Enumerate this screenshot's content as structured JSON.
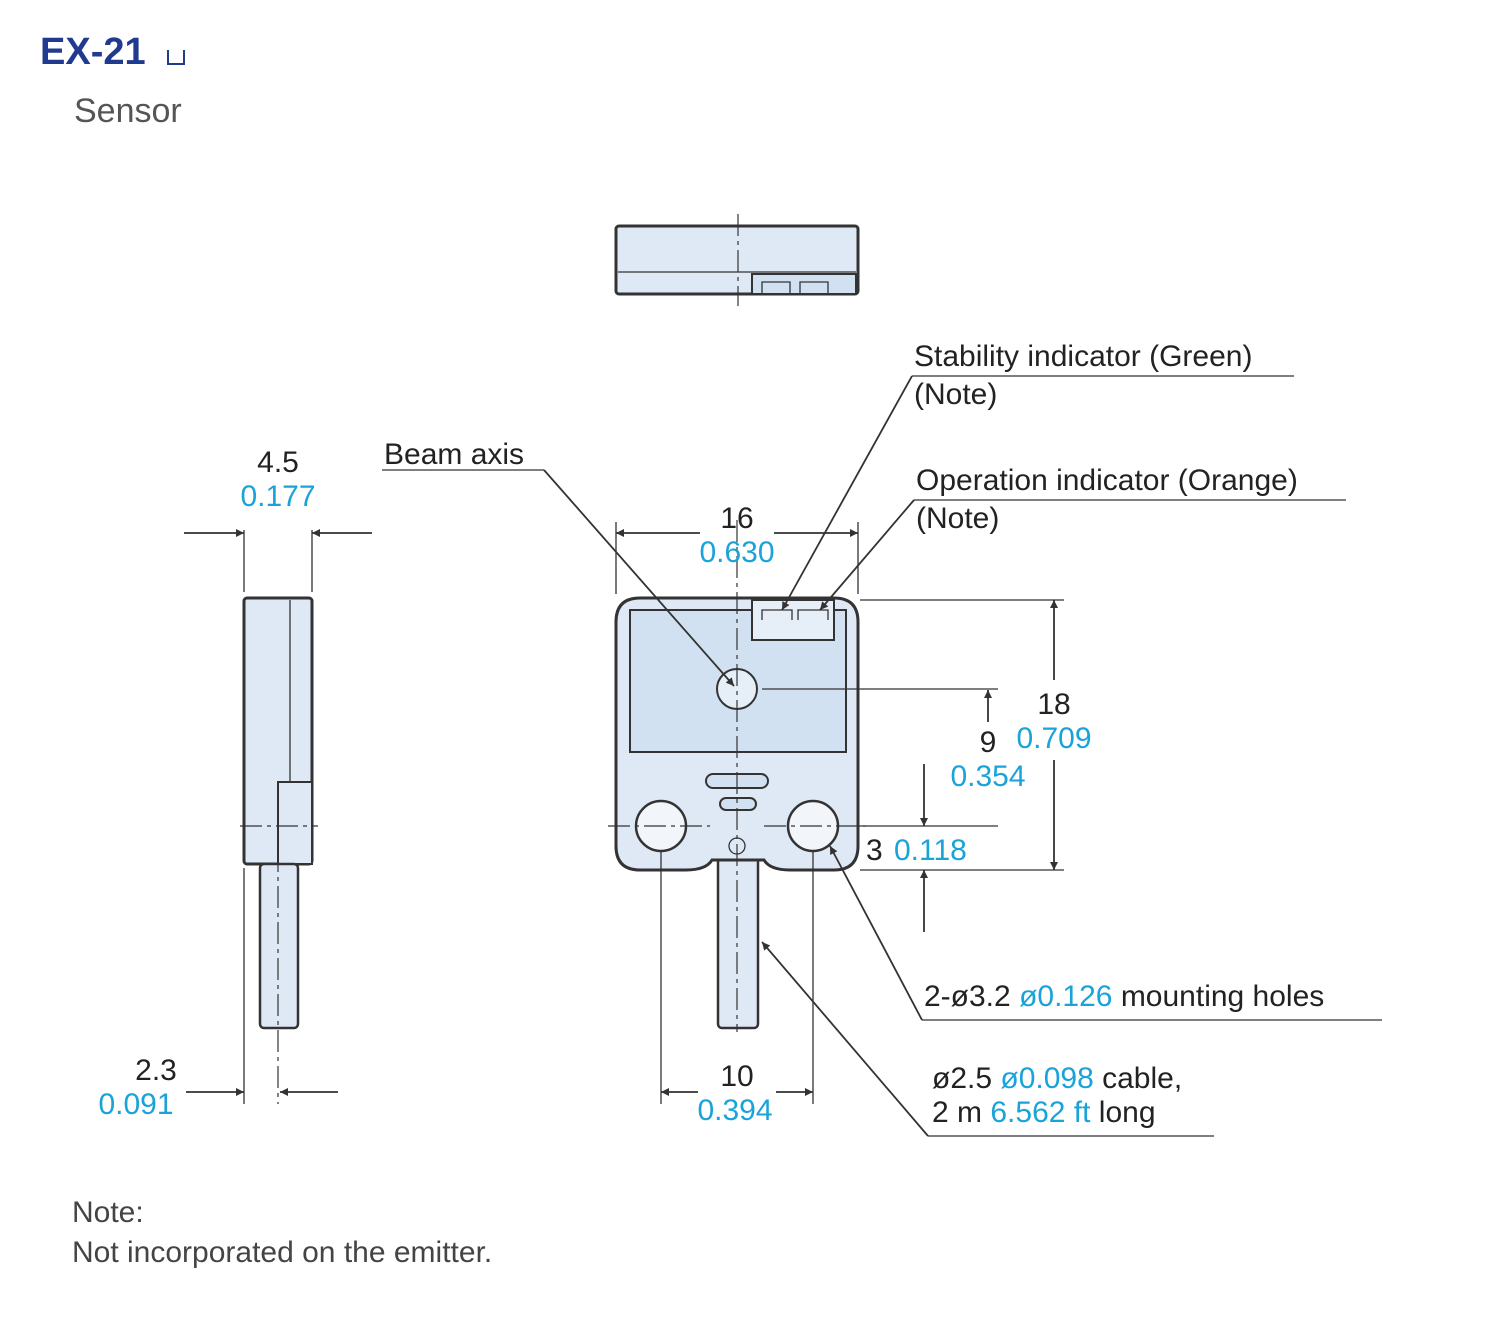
{
  "header": {
    "title": "EX-21",
    "title_suffix_symbol": "□",
    "subtitle": "Sensor"
  },
  "dimensions": {
    "thickness": {
      "mm": "4.5",
      "inch": "0.177"
    },
    "cable_offset": {
      "mm": "2.3",
      "inch": "0.091"
    },
    "width": {
      "mm": "16",
      "inch": "0.630"
    },
    "height": {
      "mm": "18",
      "inch": "0.709"
    },
    "beam_axis_height": {
      "mm": "9",
      "inch": "0.354"
    },
    "hole_height": {
      "mm": "3",
      "inch": "0.118"
    },
    "hole_pitch": {
      "mm": "10",
      "inch": "0.394"
    }
  },
  "callouts": {
    "beam_axis": "Beam axis",
    "stability_indicator": {
      "line1": "Stability indicator (Green)",
      "line2": "(Note)"
    },
    "operation_indicator": {
      "line1": "Operation indicator (Orange)",
      "line2": "(Note)"
    },
    "mounting_holes": {
      "prefix": "2-ø3.2",
      "inch": "ø0.126",
      "suffix": "mounting holes"
    },
    "cable": {
      "line1_prefix": "ø2.5",
      "line1_inch": "ø0.098",
      "line1_suffix": "cable,",
      "line2_prefix": "2 m",
      "line2_inch": "6.562 ft",
      "line2_suffix": "long"
    }
  },
  "note": {
    "heading": "Note:",
    "text": "Not incorporated on the emitter."
  },
  "colors": {
    "title": "#1f3a8f",
    "inch_values": "#1aa3d9",
    "body_fill": "#dfe9f5"
  }
}
